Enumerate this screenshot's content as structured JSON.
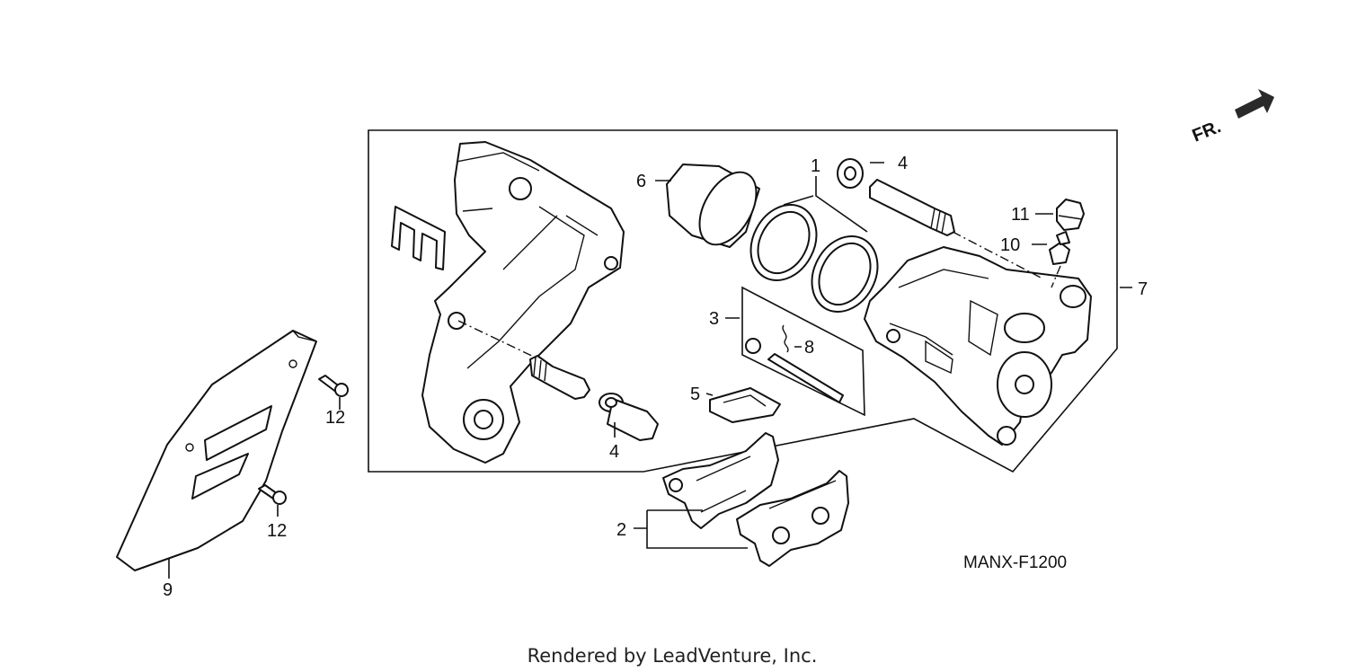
{
  "diagram_code": "MANX-F1200",
  "credit": "Rendered by LeadVenture, Inc.",
  "direction": "FR.",
  "callouts": {
    "c1": "1",
    "c2": "2",
    "c3": "3",
    "c4a": "4",
    "c4b": "4",
    "c5": "5",
    "c6": "6",
    "c7": "7",
    "c8": "8",
    "c9": "9",
    "c10": "10",
    "c11": "11",
    "c12a": "12",
    "c12b": "12"
  },
  "colors": {
    "line": "#111111",
    "background": "#ffffff"
  }
}
